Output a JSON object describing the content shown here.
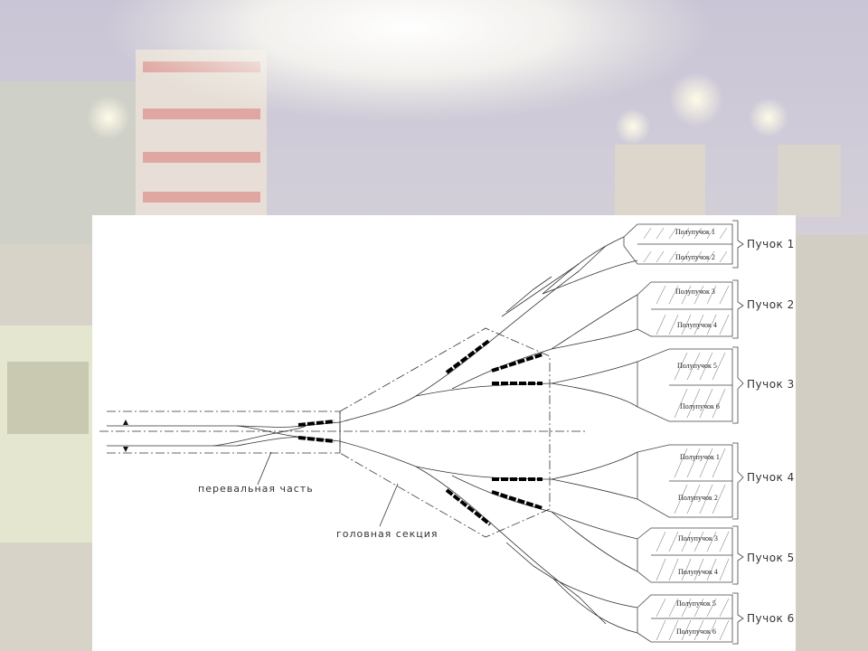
{
  "labels": {
    "hump_section": "перевальная часть",
    "head_section": "головная секция"
  },
  "bundles": [
    {
      "label": "Пучок 1",
      "half_bundles": [
        "Полупучок 1",
        "Полупучок 2"
      ]
    },
    {
      "label": "Пучок 2",
      "half_bundles": [
        "Полупучок 3",
        "Полупучок 4"
      ]
    },
    {
      "label": "Пучок 3",
      "half_bundles": [
        "Полупучок 5",
        "Полупучок 6"
      ]
    },
    {
      "label": "Пучок 4",
      "half_bundles": [
        "Полупучок 1",
        "Полупучок 2"
      ]
    },
    {
      "label": "Пучок 5",
      "half_bundles": [
        "Полупучок 3",
        "Полупучок 4"
      ]
    },
    {
      "label": "Пучок 6",
      "half_bundles": [
        "Полупучок 5",
        "Полупучок 6"
      ]
    }
  ],
  "colors": {
    "line": "#333333",
    "rail_mark": "#000000",
    "panel": "#ffffff"
  }
}
